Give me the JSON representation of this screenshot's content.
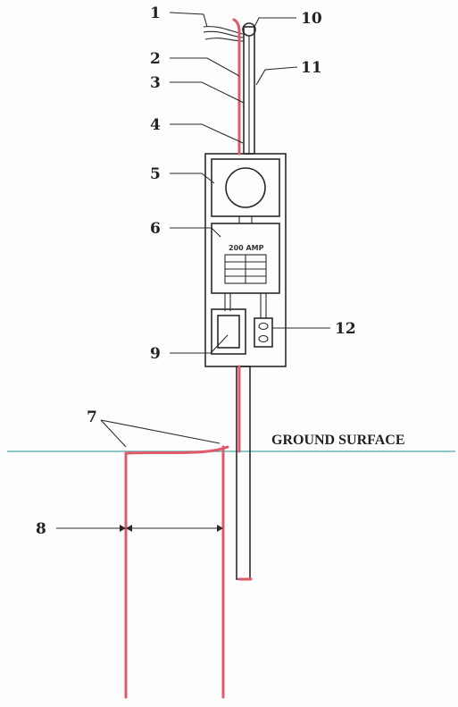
{
  "labels": {
    "l1": "1",
    "l2": "2",
    "l3": "3",
    "l4": "4",
    "l5": "5",
    "l6": "6",
    "l7": "7",
    "l8": "8",
    "l9": "9",
    "l10": "10",
    "l11": "11",
    "l12": "12"
  },
  "ground_surface": "GROUND SURFACE",
  "panel_rating": "200 AMP",
  "colors": {
    "ground_wire": "#e0596a",
    "ground_line": "#6ab8b8",
    "ink": "#2a2a2a"
  }
}
